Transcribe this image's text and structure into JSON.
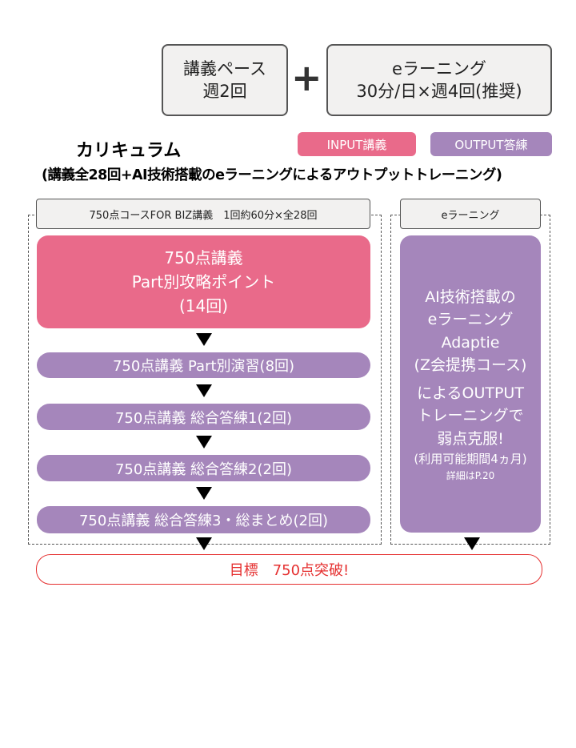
{
  "top": {
    "pace_line1": "講義ペース",
    "pace_line2": "週2回",
    "plus": "+",
    "elearn_line1": "eラーニング",
    "elearn_line2": "30分/日×週4回(推奨)"
  },
  "curriculum": {
    "title": "カリキュラム",
    "subtitle": "(講義全28回+AI技術搭載のeラーニングによるアウトプットトレーニング)"
  },
  "legend": {
    "input": "INPUT講義",
    "output": "OUTPUT答練"
  },
  "left": {
    "header": "750点コースFOR BIZ講義　1回約60分×全28回",
    "main": [
      "750点講義",
      "Part別攻略ポイント",
      "(14回)"
    ],
    "steps": [
      "750点講義 Part別演習(8回)",
      "750点講義 総合答練1(2回)",
      "750点講義 総合答練2(2回)",
      "750点講義 総合答練3・総まとめ(2回)"
    ]
  },
  "right": {
    "header": "eラーニング",
    "lines": [
      "AI技術搭載の",
      "eラーニング",
      "Adaptie",
      "(Z会提携コース)",
      "によるOUTPUT",
      "トレーニングで",
      "弱点克服!",
      "(利用可能期間4ヵ月)",
      "詳細はP.20"
    ]
  },
  "goal": "目標　750点突破!",
  "colors": {
    "input": "#e96a8a",
    "output": "#a586bb",
    "goal": "#e53030"
  }
}
